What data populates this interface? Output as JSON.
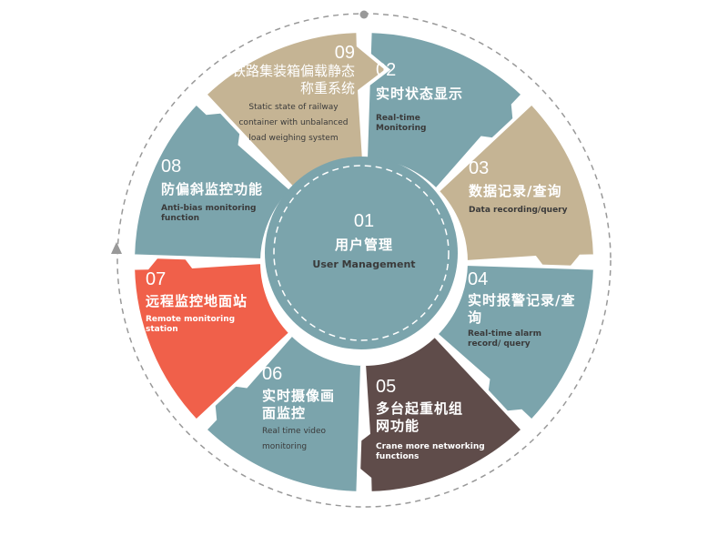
{
  "colors": {
    "teal": "#7ba4ac",
    "tan": "#c5b494",
    "red": "#f0604a",
    "brown": "#5f4c4a",
    "ring": "#999999"
  },
  "center": {
    "num": "01",
    "cn": "用户管理",
    "en": "User Management"
  },
  "segments": [
    {
      "num": "02",
      "cn": "实时状态显示",
      "en": "Real-time Monitoring",
      "color": "teal"
    },
    {
      "num": "03",
      "cn": "数据记录/查询",
      "en": "Data recording/query",
      "color": "tan"
    },
    {
      "num": "04",
      "cn": "实时报警记录/查询",
      "en": "Real-time alarm record/ query",
      "color": "teal"
    },
    {
      "num": "05",
      "cn": "多台起重机组网功能",
      "en": "Crane more networking functions",
      "color": "brown"
    },
    {
      "num": "06",
      "cn": "实时摄像画面监控",
      "en": "Real time video monitoring",
      "color": "teal"
    },
    {
      "num": "07",
      "cn": "远程监控地面站",
      "en": "Remote monitoring station",
      "color": "red"
    },
    {
      "num": "08",
      "cn": "防偏斜监控功能",
      "en": "Anti-bias monitoring function",
      "color": "teal"
    },
    {
      "num": "09",
      "cn": "铁路集装箱偏载静态称重系统",
      "en": "Static state of railway container with unbalanced load weighing system",
      "color": "tan"
    }
  ]
}
